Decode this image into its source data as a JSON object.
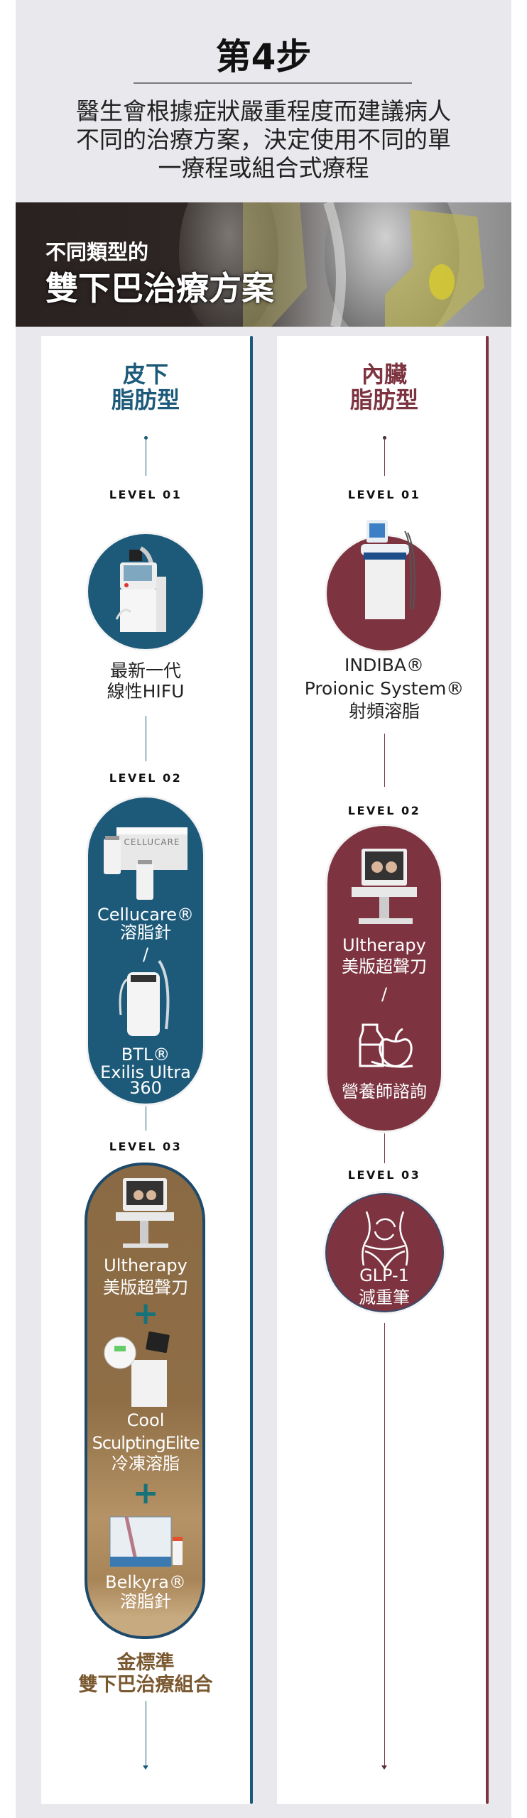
{
  "header": {
    "title": "第4步",
    "intro_lines": [
      "醫生會根據症狀嚴重程度而建議病人",
      "不同的治療方案，決定使用不同的單",
      "一療程或組合式療程"
    ]
  },
  "banner": {
    "subtitle": "不同類型的",
    "title": "雙下巴治療方案"
  },
  "colors": {
    "subcutaneous": "#1d5a7a",
    "visceral": "#7d3440",
    "gold": "#7a5830",
    "plus": "#17727a"
  },
  "subcutaneous": {
    "heading": [
      "皮下",
      "脂肪型"
    ],
    "level1": {
      "label": "LEVEL 01",
      "lines": [
        "最新一代",
        "線性HIFU"
      ]
    },
    "level2": {
      "label": "LEVEL 02",
      "item1": [
        "Cellucare®",
        "溶脂針"
      ],
      "separator": "/",
      "item2": [
        "BTL®",
        "Exilis Ultra",
        "360"
      ]
    },
    "level3": {
      "label": "LEVEL 03",
      "item1": [
        "Ultherapy",
        "美版超聲刀"
      ],
      "plus": "+",
      "item2": [
        "Cool",
        "SculptingElite",
        "冷凍溶脂"
      ],
      "item3": [
        "Belkyra®",
        "溶脂針"
      ],
      "box_text": "CELLUCARE"
    },
    "footer": [
      "金標準",
      "雙下巴治療組合"
    ]
  },
  "visceral": {
    "heading": [
      "內臟",
      "脂肪型"
    ],
    "level1": {
      "label": "LEVEL 01",
      "lines": [
        "INDIBA®",
        "Proionic System®",
        "射頻溶脂"
      ]
    },
    "level2": {
      "label": "LEVEL 02",
      "item1": [
        "Ultherapy",
        "美版超聲刀"
      ],
      "separator": "/",
      "item2": [
        "營養師諮詢"
      ]
    },
    "level3": {
      "label": "LEVEL 03",
      "lines": [
        "GLP-1",
        "減重筆"
      ]
    }
  }
}
